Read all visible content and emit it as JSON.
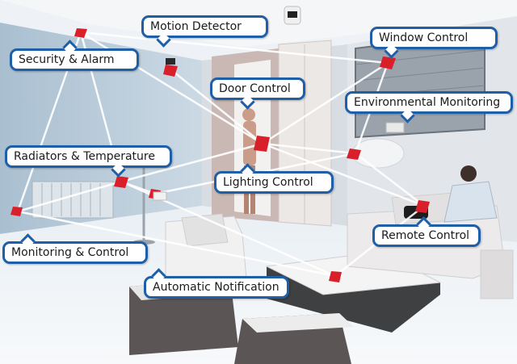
{
  "diagram": {
    "labels": {
      "motion_detector": "Motion Detector",
      "security_alarm": "Security & Alarm",
      "window_control": "Window Control",
      "door_control": "Door Control",
      "environmental_monitoring": "Environmental Monitoring",
      "radiators_temperature": "Radiators & Temperature",
      "lighting_control": "Lighting Control",
      "remote_control": "Remote Control",
      "monitoring_control": "Monitoring & Control",
      "automatic_notification": "Automatic Notification"
    },
    "colors": {
      "callout_border": "#1f5fa8",
      "sensor_red": "#d81f2a",
      "wall": "#b9cbd8",
      "connection_line": "#e8eef4"
    }
  }
}
